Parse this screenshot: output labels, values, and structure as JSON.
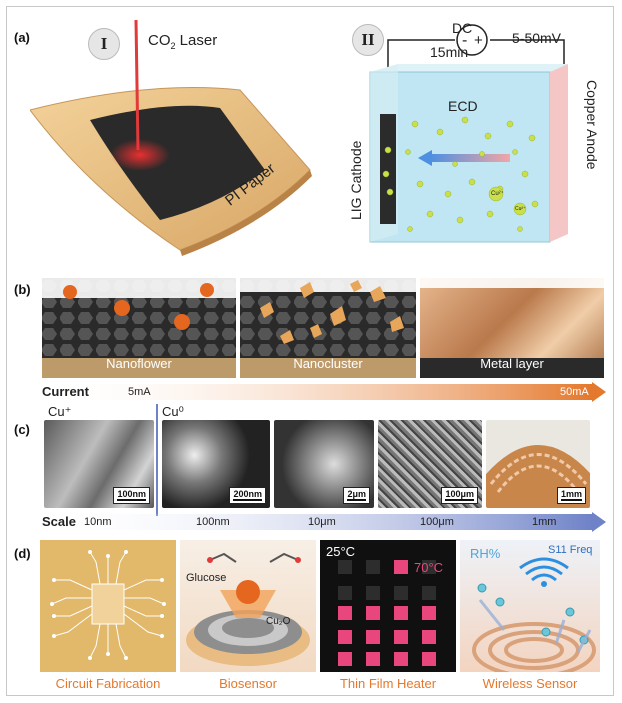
{
  "panel_a": {
    "label": "(a)",
    "step1_label": "I",
    "step2_label": "II",
    "laser_label": "CO",
    "laser_sub": "2",
    "laser_suffix": " Laser",
    "paper_label": "PI Paper",
    "dc_label": "DC",
    "time_label": "15min",
    "voltage_label": "5-50mV",
    "ecd_label": "ECD",
    "cathode_label": "LIG Cathode",
    "anode_label": "Copper Anode",
    "ion_label": "Cu²⁺"
  },
  "panel_b": {
    "label": "(b)",
    "morphologies": [
      "Nanoflower",
      "Nanocluster",
      "Metal layer"
    ],
    "axis_label": "Current",
    "start_value": "5mA",
    "end_value": "50mA"
  },
  "panel_c": {
    "label": "(c)",
    "cu_plus": "Cu⁺",
    "cu_zero": "Cu⁰",
    "scalebars": [
      "100nm",
      "200nm",
      "2μm",
      "100μm",
      "1mm"
    ],
    "axis_label": "Scale",
    "ticks": [
      "10nm",
      "100nm",
      "10μm",
      "100μm",
      "1mm"
    ]
  },
  "panel_d": {
    "label": "(d)",
    "applications": [
      "Circuit Fabrication",
      "Biosensor",
      "Thin Film Heater",
      "Wireless Sensor"
    ],
    "glucose_label": "Glucose",
    "cu2o_label": "Cu₂O",
    "heater_low": "25°C",
    "heater_high": "70°C",
    "rh_label": "RH%",
    "s11_label": "S11 Freq"
  },
  "colors": {
    "accent_orange": "#e4782c",
    "scale_blue": "#6f82c8",
    "electrolyte": "#bfe6f2",
    "heater_pink": "#e8467c"
  }
}
